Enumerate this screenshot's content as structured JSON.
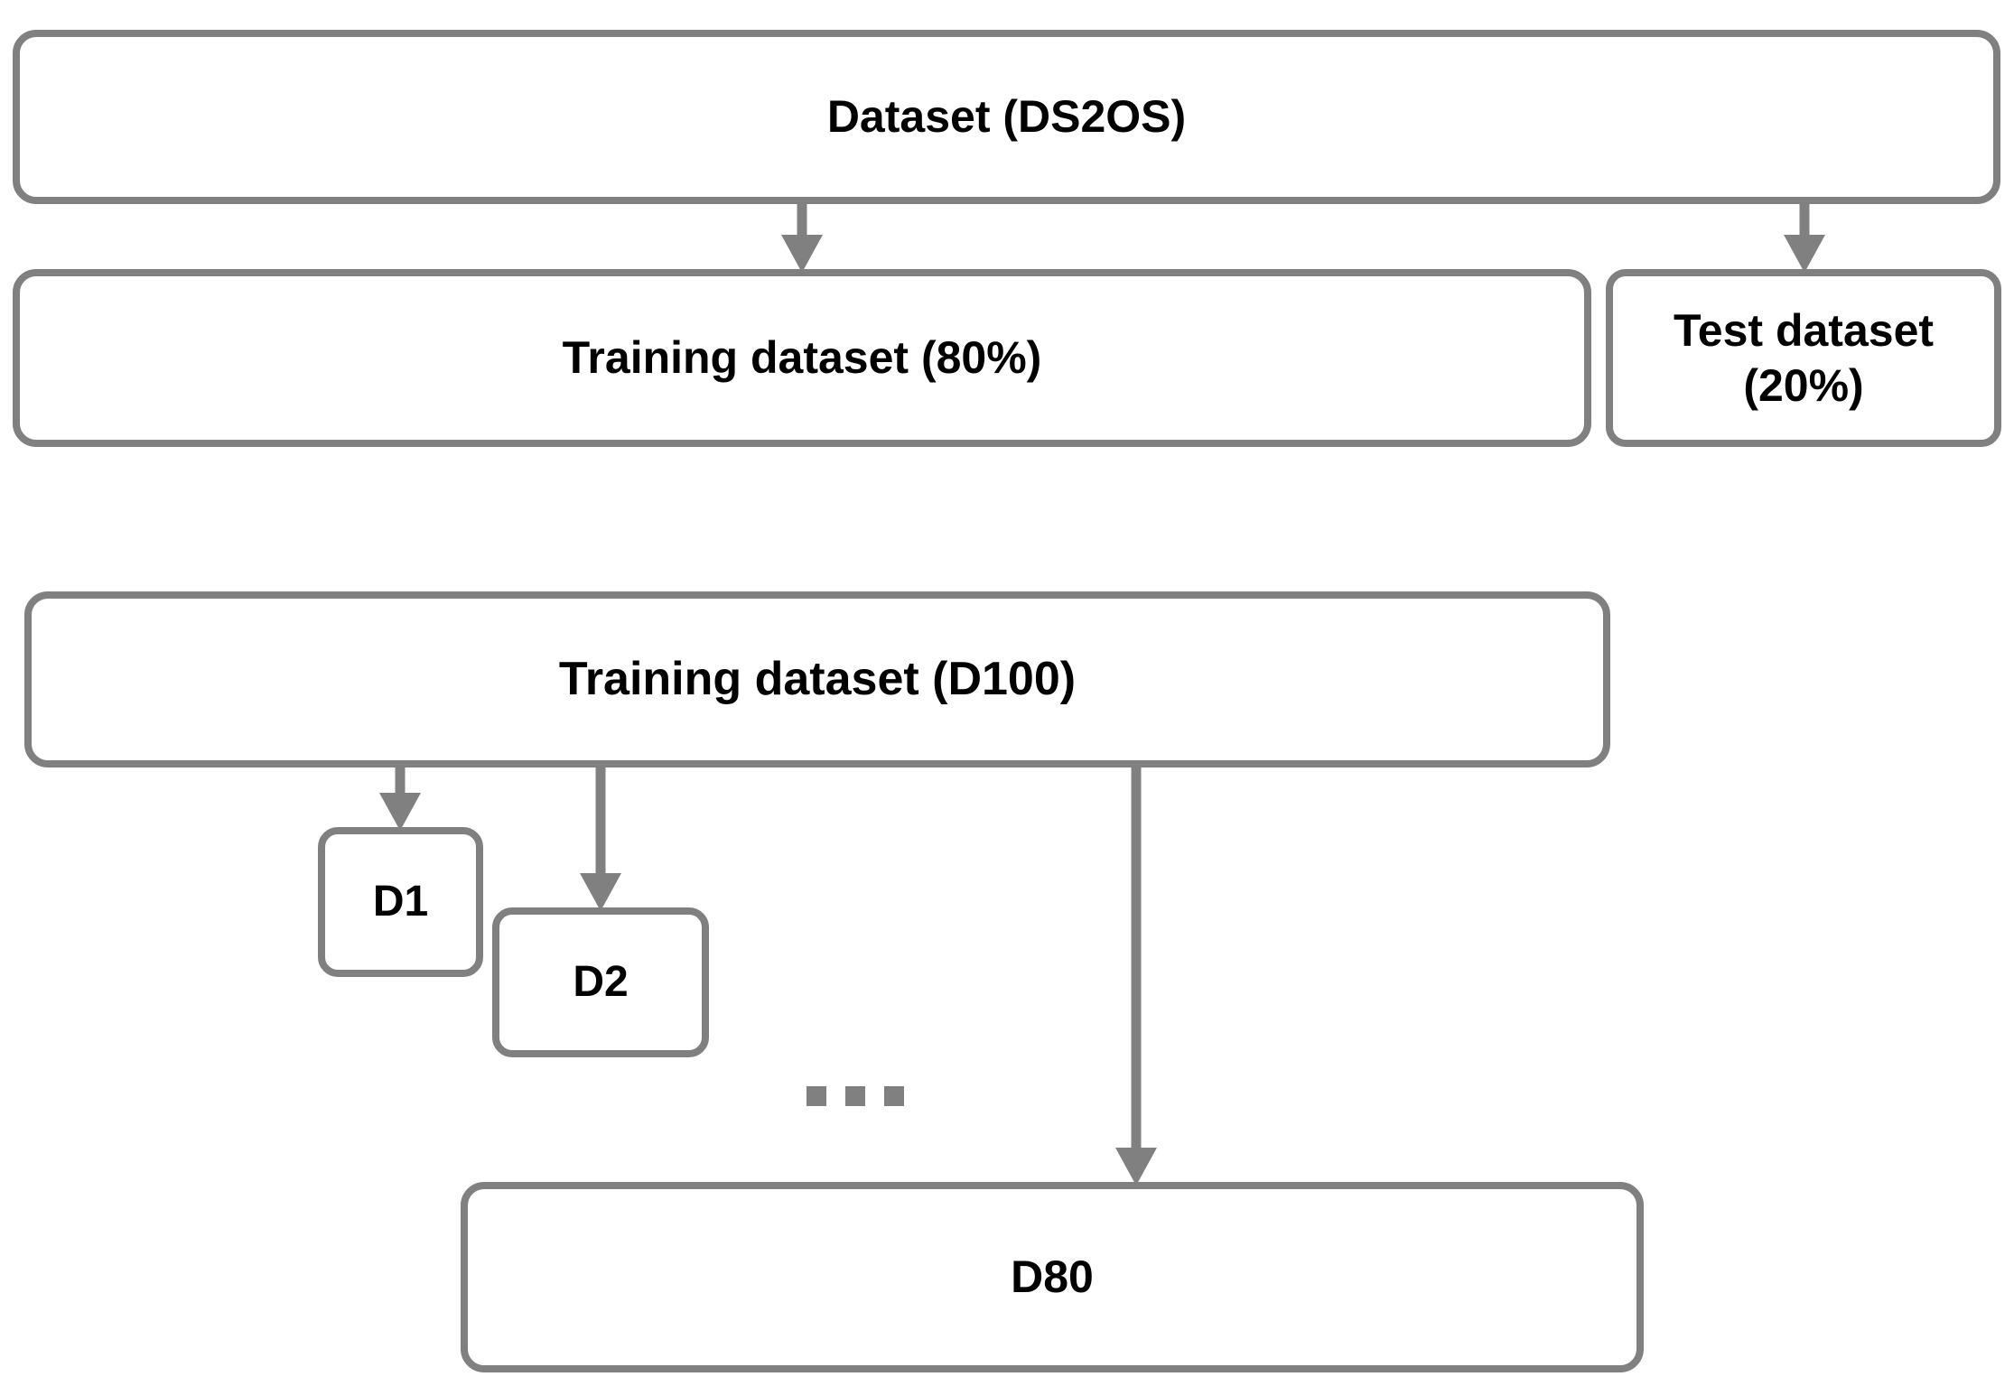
{
  "diagram": {
    "title": "Dataset partitioning and bootstrap sampling flow",
    "colors": {
      "node_border": "#808080",
      "node_fill": "#ffffff",
      "arrow": "#808080",
      "text": "#000000"
    },
    "nodes": {
      "dataset": {
        "label": "Dataset (DS2OS)"
      },
      "training_80": {
        "label": "Training dataset (80%)"
      },
      "test_20": {
        "label": "Test dataset\n(20%)"
      },
      "training_d100": {
        "label": "Training dataset (D100)"
      },
      "d1": {
        "label": "D1"
      },
      "d2": {
        "label": "D2"
      },
      "d80": {
        "label": "D80"
      }
    },
    "ellipsis": {
      "name": "more-subsets-ellipsis",
      "dot_count": 3
    },
    "arrows": [
      {
        "name": "dataset-to-training",
        "from": "dataset",
        "to": "training_80"
      },
      {
        "name": "dataset-to-test",
        "from": "dataset",
        "to": "test_20"
      },
      {
        "name": "d100-to-d1",
        "from": "training_d100",
        "to": "d1"
      },
      {
        "name": "d100-to-d2",
        "from": "training_d100",
        "to": "d2"
      },
      {
        "name": "d100-to-d80",
        "from": "training_d100",
        "to": "d80"
      }
    ]
  }
}
